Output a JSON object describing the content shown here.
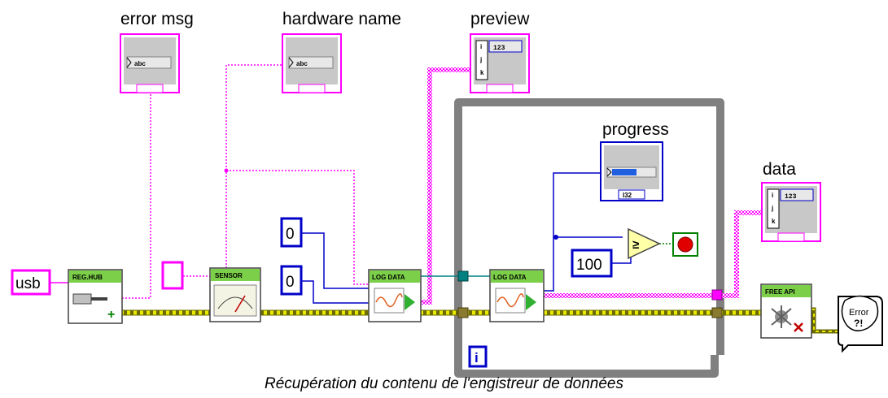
{
  "labels": {
    "error_msg": "error msg",
    "hardware_name": "hardware name",
    "preview": "preview",
    "progress": "progress",
    "data": "data"
  },
  "constants": {
    "usb": "usb",
    "zero_a": "0",
    "zero_b": "0",
    "hundred": "100",
    "iteration": "i"
  },
  "nodes": {
    "reg_hub": "REG.HUB",
    "sensor": "SENSOR",
    "log_data_1": "LOG DATA",
    "log_data_2": "LOG DATA",
    "free_api": "FREE API"
  },
  "indicators": {
    "string_abc": "abc",
    "array_123": "123",
    "index_i": "i",
    "index_j": "j",
    "index_k": "k",
    "progress_type": "I32",
    "error_text": "Error",
    "error_symbol": "?!"
  },
  "caption": "Récupération du contenu de l'engistreur de données",
  "colors": {
    "string_wire": "#ff00ff",
    "numeric_wire": "#0000c8",
    "error_wire": "#6b6b00",
    "refnum_wire": "#008080",
    "loop_frame": "#808080"
  }
}
